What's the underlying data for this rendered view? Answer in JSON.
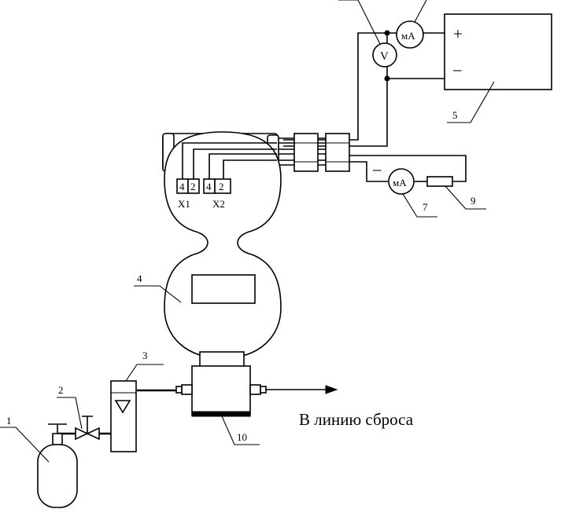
{
  "labels": {
    "cylinder": "1",
    "valve": "2",
    "rotameter": "3",
    "gas_analyzer": "4",
    "power_supply": "5",
    "milliammeter_out": "7",
    "resistor": "9",
    "flow_cell": "10"
  },
  "meters": {
    "voltmeter": "V",
    "milliammeter_supply": "мА",
    "milliammeter_out": "мА"
  },
  "power_supply": {
    "plus": "+",
    "minus": "–"
  },
  "output_polarity": "–",
  "terminals": {
    "x1": {
      "name": "X1",
      "pins": [
        "4",
        "2"
      ]
    },
    "x2": {
      "name": "X2",
      "pins": [
        "4",
        "2"
      ]
    }
  },
  "exhaust_caption": "В линию сброса"
}
